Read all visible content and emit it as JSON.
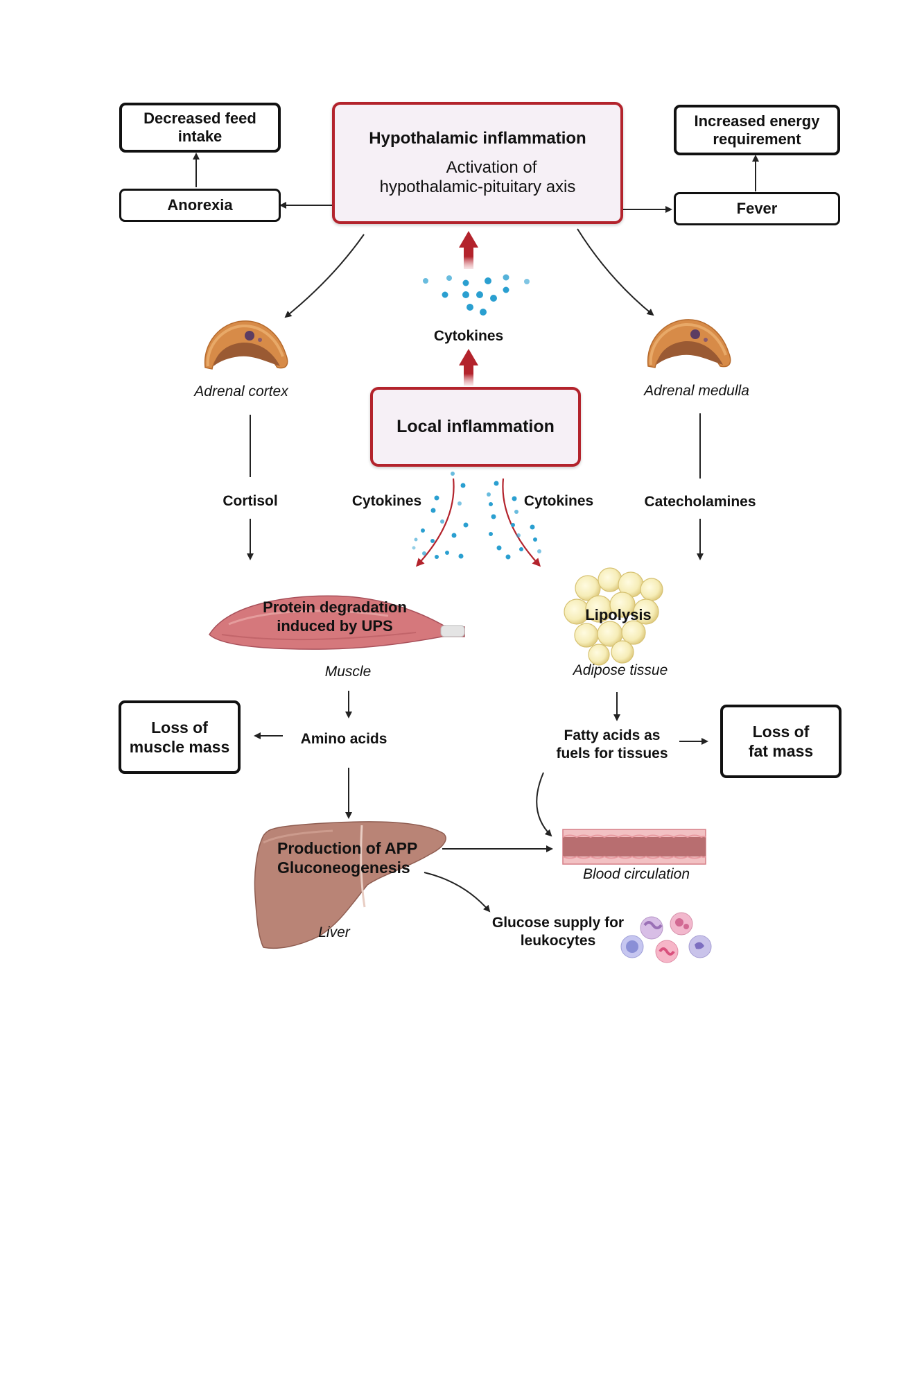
{
  "hypothalamic": {
    "title": "Hypothalamic inflammation",
    "line1": "Activation of",
    "line2": "hypothalamic-pituitary axis"
  },
  "decreased_feed": {
    "line1": "Decreased feed",
    "line2": "intake"
  },
  "anorexia": "Anorexia",
  "increased_energy": {
    "line1": "Increased energy",
    "line2": "requirement"
  },
  "fever": "Fever",
  "cytokines_top": "Cytokines",
  "adrenal_cortex": "Adrenal cortex",
  "adrenal_medulla": "Adrenal medulla",
  "local_inflammation": "Local inflammation",
  "cortisol": "Cortisol",
  "cytokines_left": "Cytokines",
  "cytokines_right": "Cytokines",
  "catecholamines": "Catecholamines",
  "protein_degradation": {
    "line1": "Protein degradation",
    "line2": "induced by UPS"
  },
  "lipolysis": "Lipolysis",
  "muscle": "Muscle",
  "adipose": "Adipose tissue",
  "loss_muscle": {
    "line1": "Loss of",
    "line2": "muscle mass"
  },
  "amino_acids": "Amino acids",
  "fatty_acids": {
    "line1": "Fatty acids as",
    "line2": "fuels for tissues"
  },
  "loss_fat": {
    "line1": "Loss of",
    "line2": "fat mass"
  },
  "liver_text": {
    "line1": "Production of APP",
    "line2": "Gluconeogenesis"
  },
  "liver": "Liver",
  "blood": "Blood circulation",
  "glucose": {
    "line1": "Glucose supply for",
    "line2": "leukocytes"
  },
  "colors": {
    "accent_red": "#b3232c",
    "box_fill": "#f6f0f6",
    "cytokine_blue": "#2a9fd0"
  }
}
